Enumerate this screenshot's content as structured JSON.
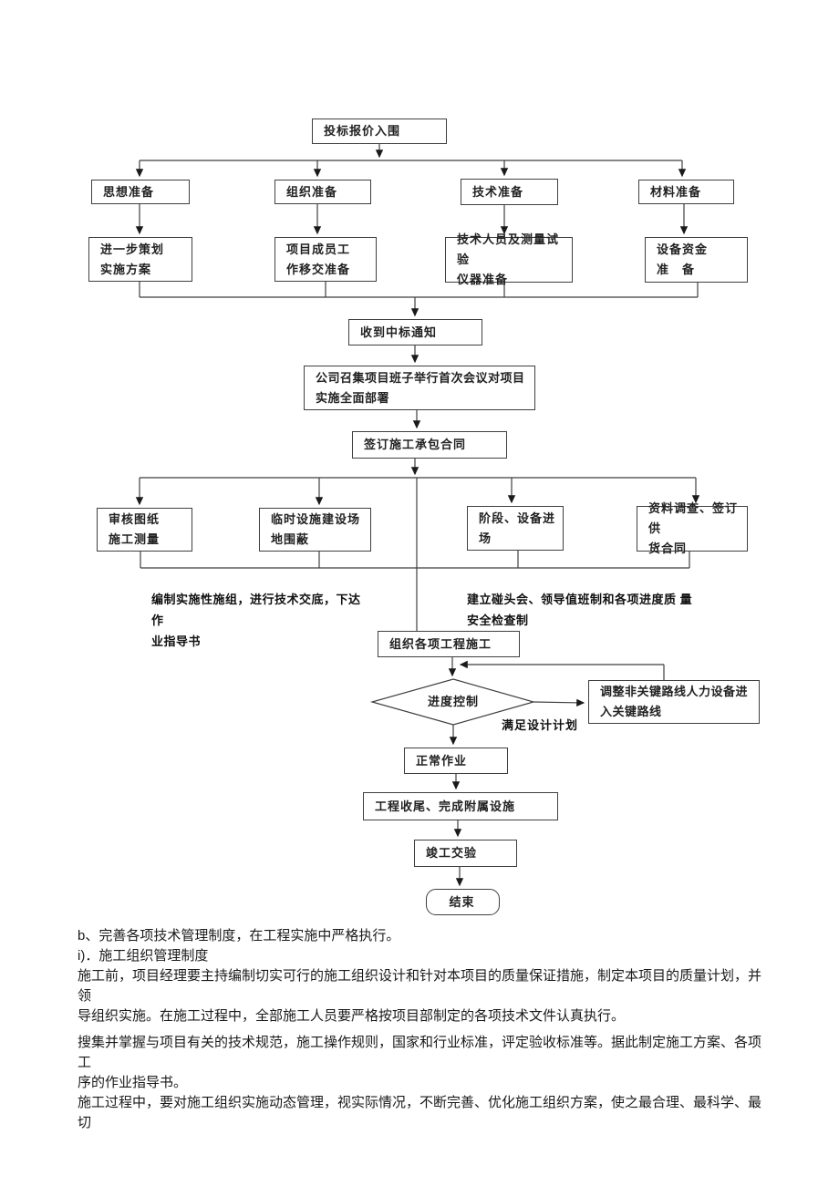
{
  "flowchart": {
    "nodes": {
      "bid": "投标报价入围",
      "prep1": "思想准备",
      "prep2": "组织准备",
      "prep3": "技术准备",
      "prep4": "材料准备",
      "sub1": "进一步策划\n实施方案",
      "sub2": "项目成员工\n作移交准备",
      "sub3": "技术人员及测量试验\n仪器准备",
      "sub4": "设备资金\n准　备",
      "notice": "收到中标通知",
      "meeting": "公司召集项目班子举行首次会议对项目\n实施全面部署",
      "contract": "签订施工承包合同",
      "task1": "审核图纸\n施工测量",
      "task2": "临时设施建设场\n地围蔽",
      "task3": "阶段、设备进场",
      "task4": "资料调查、签订供\n货合同",
      "organize": "组织各项工程施工",
      "decision": "进度控制",
      "adjust": "调整非关键路线人力设备进\n入关键路线",
      "satisfy_label": "满足设计计划",
      "normal": "正常作业",
      "closeout": "工程收尾、完成附属设施",
      "acceptance": "竣工交验",
      "end": "结束"
    },
    "annotations": {
      "left": "编制实施性施组，进行技术交底，下达 作\n业指导书",
      "right": "建立碰头会、领导值班制和各项进度质 量\n安全检查制"
    }
  },
  "paragraphs": {
    "p1": "b、完善各项技术管理制度，在工程实施中严格执行。",
    "p2": "i)．施工组织管理制度",
    "p3": "施工前，项目经理要主持编制切实可行的施工组织设计和针对本项目的质量保证措施，制定本项目的质量计划，并领\n导组织实施。在施工过程中，全部施工人员要严格按项目部制定的各项技术文件认真执行。",
    "p4": "搜集并掌握与项目有关的技术规范，施工操作规则，国家和行业标准，评定验收标准等。据此制定施工方案、各项工\n序的作业指导书。",
    "p5": "施工过程中，要对施工组织实施动态管理，视实际情况，不断完善、优化施工组织方案，使之最合理、最科学、最切"
  },
  "colors": {
    "line": "#3f3f3f",
    "arrow": "#1a1a1a",
    "text": "#1c1c1c",
    "background": "#ffffff"
  }
}
